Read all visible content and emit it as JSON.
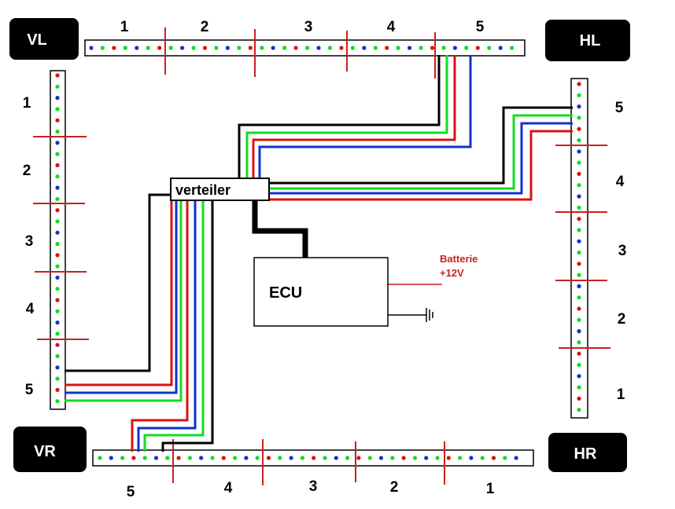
{
  "corners": {
    "vl": "VL",
    "hl": "HL",
    "vr": "VR",
    "hr": "HR"
  },
  "strips": {
    "top": {
      "segments": [
        "1",
        "2",
        "3",
        "4",
        "5"
      ]
    },
    "left": {
      "segments": [
        "1",
        "2",
        "3",
        "4",
        "5"
      ]
    },
    "right": {
      "segments": [
        "5",
        "4",
        "3",
        "2",
        "1"
      ]
    },
    "bottom": {
      "segments": [
        "5",
        "4",
        "3",
        "2",
        "1"
      ]
    }
  },
  "distributor": {
    "label": "verteiler"
  },
  "ecu": {
    "label": "ECU"
  },
  "battery": {
    "line1": "Batterie",
    "line2": "+12V"
  },
  "colors": {
    "red": "#dd1111",
    "green": "#11dd22",
    "blue": "#1133cc",
    "black": "#000000",
    "separator": "#cc1f1f",
    "battery_text": "#cc1f1f"
  },
  "led_pattern": [
    "blue",
    "green",
    "red",
    "green"
  ]
}
